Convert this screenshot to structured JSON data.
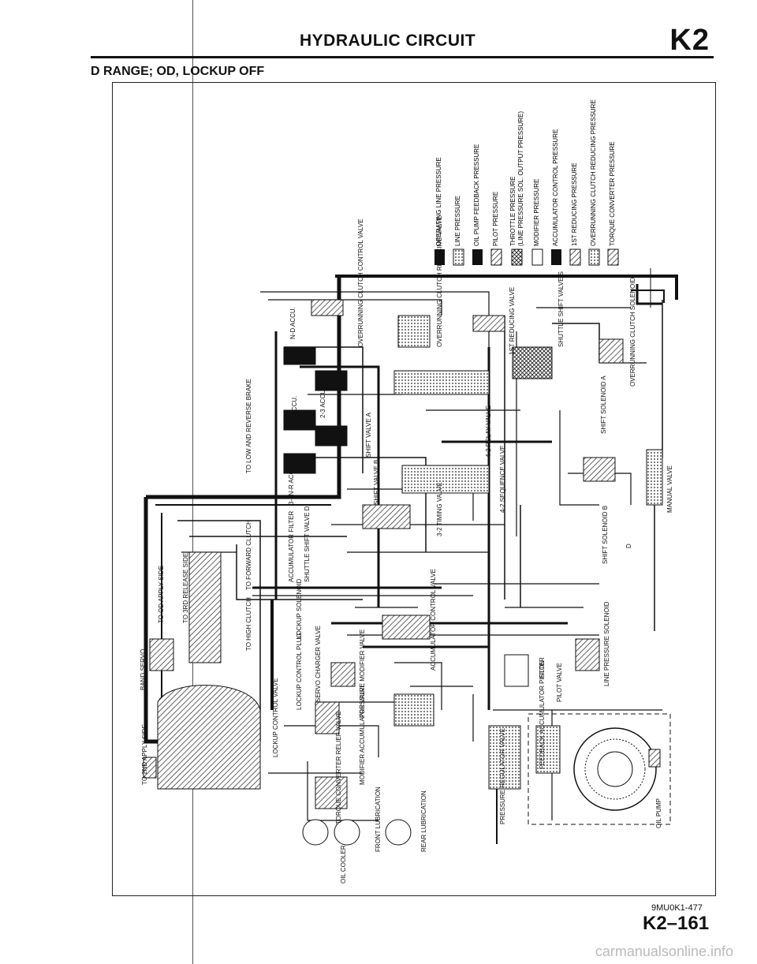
{
  "header": {
    "title": "HYDRAULIC CIRCUIT",
    "section": "K2"
  },
  "subtitle": "D RANGE; OD, LOCKUP OFF",
  "legend": [
    {
      "label": "OPERATING LINE PRESSURE",
      "fill": "solid"
    },
    {
      "label": "LINE PRESSURE",
      "fill": "dots"
    },
    {
      "label": "OIL PUMP FEEDBACK PRESSURE",
      "fill": "solid"
    },
    {
      "label": "PILOT PRESSURE",
      "fill": "hatch"
    },
    {
      "label": "THROTTLE PRESSURE",
      "fill": "cross"
    },
    {
      "label": "(LINE PRESSURE SOL. OUTPUT PRESSURE)",
      "fill": "none"
    },
    {
      "label": "MODIFIER PRESSURE",
      "fill": "white"
    },
    {
      "label": "ACCUMULATOR CONTROL PRESSURE",
      "fill": "solid"
    },
    {
      "label": "1ST REDUCING PRESSURE",
      "fill": "hatch"
    },
    {
      "label": "OVERRUNNING CLUTCH REDUCING PRESSURE",
      "fill": "dots"
    },
    {
      "label": "TORQUE CONVERTER PRESSURE",
      "fill": "hatch"
    }
  ],
  "labels": {
    "band_servo": "BAND SERVO",
    "to_2nd_apply": "TO 2ND APPLY SIDE",
    "to_od_apply": "TO OD APPLY SIDE",
    "to_3rd_release": "TO 3RD RELEASE SIDE",
    "to_high_clutch": "TO HIGH CLUTCH",
    "to_forward_clutch": "TO FORWARD CLUTCH",
    "to_low_reverse": "TO LOW AND REVERSE BRAKE",
    "accumulator_filter": "ACCUMULATOR FILTER",
    "shuttle_shift_d": "SHUTTLE SHIFT VALVE D",
    "lockup_solenoid": "LOCKUP SOLENOID",
    "lockup_control_valve": "LOCKUP CONTROL VALVE",
    "lockup_control_plug": "LOCKUP CONTROL PLUG",
    "servo_charger": "SERVO CHARGER VALVE",
    "pressure_modifier": "PRESSURE MODIFIER VALVE",
    "modifier_accum": "MODIFIER ACCUMULATOR VALVE",
    "torque_converter_relief": "TORQUE CONVERTER RELIEF VALVE",
    "front_lubrication": "FRONT LUBRICATION",
    "rear_lubrication": "REAR LUBRICATION",
    "oil_cooler": "OIL COOLER",
    "nd_accu": "N-D ACCU.",
    "accu_12": "1-2 ACCU.",
    "accu_23": "2-3 ACCU.",
    "accu_34nr": "3-4N-R ACCU.",
    "overrunning_clutch_control": "OVERRUNNING CLUTCH CONTROL VALVE",
    "overrunning_clutch_reducing": "OVERRUNNING CLUTCH REDUCING VALVE",
    "shift_valve_a": "SHIFT VALVE A",
    "shift_valve_b": "SHIFT VALVE B",
    "timing_32": "3-2 TIMING VALVE",
    "relay_42": "4-2 RELAY VALVE",
    "sequence_42": "4-2 SEQUENCE VALVE",
    "accumulator_control": "ACCUMULATOR CONTROL VALVE",
    "first_reducing": "1ST REDUCING VALVE",
    "shuttle_shift_s": "SHUTTLE SHIFT VALVE S",
    "overrunning_solenoid": "OVERRUNNING CLUTCH SOLENOID",
    "shift_solenoid_a": "SHIFT SOLENOID A",
    "shift_solenoid_b": "SHIFT SOLENOID B",
    "manual_valve": "MANUAL VALVE",
    "line_pressure_solenoid": "LINE PRESSURE SOLENOID",
    "filter": "FILTER",
    "pilot_valve": "PILOT VALVE",
    "feedback_accumulator": "FEEDBACK ACCUMULATOR PISTON",
    "pressure_regulator": "PRESSURE REGULATOR VALVE",
    "oil_pump": "OIL PUMP",
    "d_mark": "D"
  },
  "footer": {
    "figure_no": "9MU0K1-477",
    "page_no": "K2–161",
    "watermark": "carmanualsonline.info"
  }
}
